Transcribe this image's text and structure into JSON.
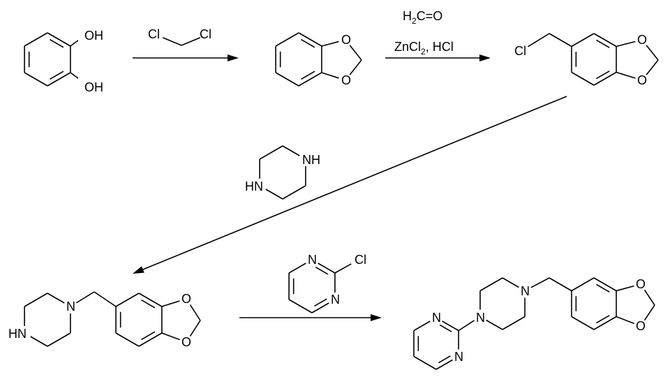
{
  "scheme": {
    "step1": {
      "reactant_labels": {
        "oh_top": "OH",
        "oh_bottom": "OH"
      },
      "reagent": {
        "cl_left": "Cl",
        "cl_right": "Cl"
      },
      "product_labels": {
        "o_top": "O",
        "o_bottom": "O"
      }
    },
    "step2": {
      "reagent_line1": {
        "h": "H",
        "sub": "2",
        "rest": "C=O"
      },
      "reagent_line2": {
        "a": "ZnCl",
        "sub": "2",
        "b": ", HCl"
      },
      "product_labels": {
        "cl": "Cl",
        "o_top": "O",
        "o_bottom": "O"
      }
    },
    "step3": {
      "reagent_labels": {
        "nh": "NH",
        "hn": "HN"
      },
      "product_labels": {
        "n": "N",
        "hn": "HN",
        "o_top": "O",
        "o_bottom": "O"
      }
    },
    "step4": {
      "reagent_labels": {
        "n_top": "N",
        "n_bottom": "N",
        "cl": "Cl"
      },
      "product_labels": {
        "pyr_n_top": "N",
        "pyr_n_bottom": "N",
        "pip_n_left": "N",
        "pip_n_right": "N",
        "o_top": "O",
        "o_bottom": "O"
      }
    }
  }
}
